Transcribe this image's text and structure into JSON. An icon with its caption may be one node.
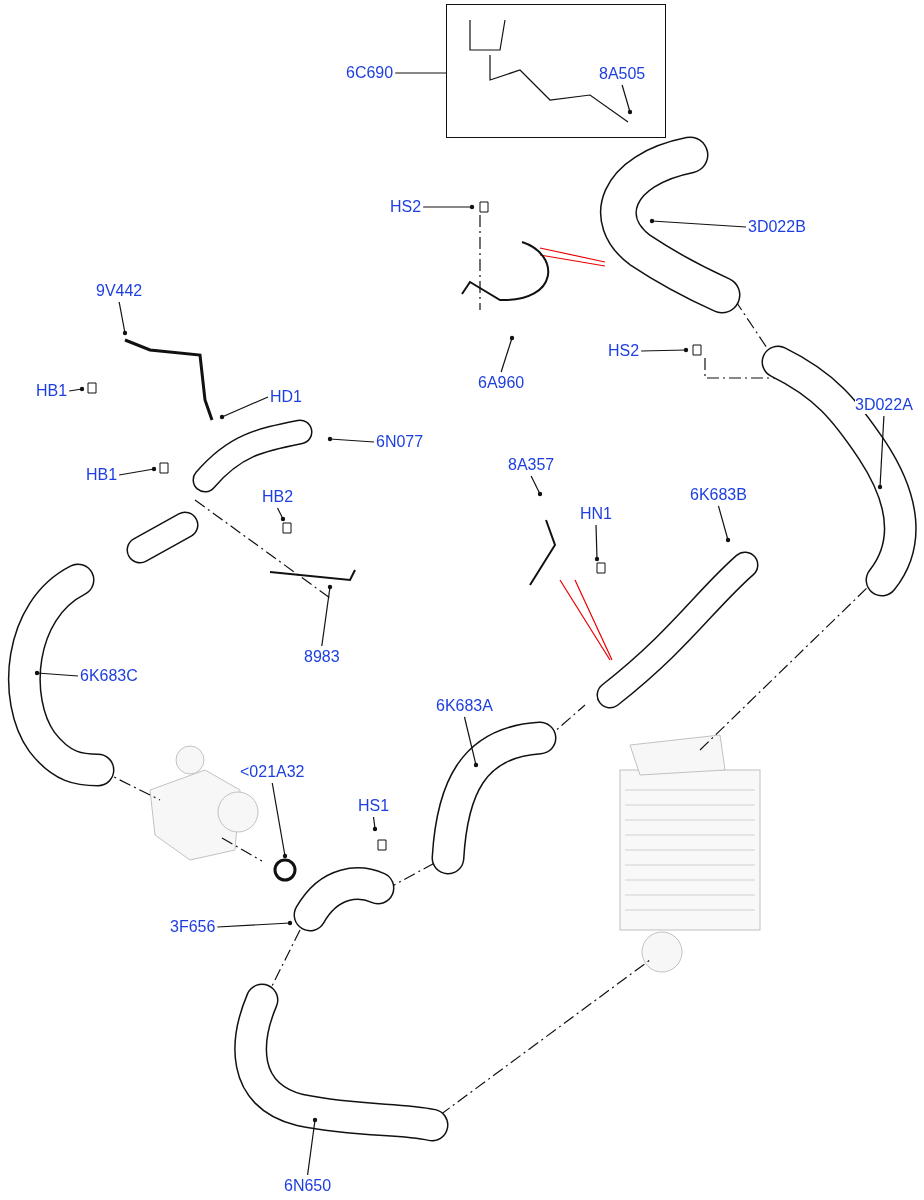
{
  "diagram": {
    "nodes": [
      {
        "text": [],
        "shape": "box"
      },
      {
        "text": [
          "6C690"
        ]
      },
      {
        "text": [
          "8A505"
        ],
        "in": 0
      },
      {
        "text": [
          "HS2"
        ]
      },
      {
        "text": [
          "3D022B"
        ]
      },
      {
        "text": [
          "9V442"
        ]
      },
      {
        "text": [
          "HS2"
        ]
      },
      {
        "text": [
          "6A960"
        ]
      },
      {
        "text": [
          "HB1"
        ]
      },
      {
        "text": [
          "HD1"
        ]
      },
      {
        "text": [
          "6N077"
        ]
      },
      {
        "text": [
          "3D022A"
        ]
      },
      {
        "text": [
          "8A357"
        ]
      },
      {
        "text": [
          "HB1"
        ]
      },
      {
        "text": [
          "6K683B"
        ]
      },
      {
        "text": [
          "HB2"
        ]
      },
      {
        "text": [
          "HN1"
        ]
      },
      {
        "text": [
          "8983"
        ]
      },
      {
        "text": [
          "6K683C"
        ]
      },
      {
        "text": [
          "6K683A"
        ]
      },
      {
        "text": [
          "<021A32"
        ]
      },
      {
        "text": [
          "HS1"
        ]
      },
      {
        "text": [
          "3F656"
        ]
      },
      {
        "text": [
          "6N650"
        ]
      }
    ],
    "edges": [
      {
        "from": 1,
        "to": 0,
        "arrow": "none"
      },
      {
        "from": 2,
        "to": null,
        "arrow": "other"
      },
      {
        "from": 3,
        "to": null,
        "arrow": "other"
      },
      {
        "from": 4,
        "to": null,
        "arrow": "other"
      },
      {
        "from": 5,
        "to": null,
        "arrow": "other"
      },
      {
        "from": 6,
        "to": null,
        "arrow": "other"
      },
      {
        "from": 7,
        "to": null,
        "arrow": "other"
      },
      {
        "from": 8,
        "to": null,
        "arrow": "other"
      },
      {
        "from": 9,
        "to": null,
        "arrow": "other"
      },
      {
        "from": 10,
        "to": null,
        "arrow": "other"
      },
      {
        "from": 11,
        "to": null,
        "arrow": "other"
      },
      {
        "from": 12,
        "to": null,
        "arrow": "other"
      },
      {
        "from": 13,
        "to": null,
        "arrow": "other"
      },
      {
        "from": 14,
        "to": null,
        "arrow": "other"
      },
      {
        "from": 15,
        "to": null,
        "arrow": "other"
      },
      {
        "from": 16,
        "to": null,
        "arrow": "other"
      },
      {
        "from": 17,
        "to": null,
        "arrow": "other"
      },
      {
        "from": 18,
        "to": null,
        "arrow": "other"
      },
      {
        "from": 19,
        "to": null,
        "arrow": "other"
      },
      {
        "from": 20,
        "to": null,
        "arrow": "other"
      },
      {
        "from": 21,
        "to": null,
        "arrow": "other"
      },
      {
        "from": 22,
        "to": null,
        "arrow": "other"
      },
      {
        "from": 23,
        "to": null,
        "arrow": "other"
      }
    ]
  }
}
